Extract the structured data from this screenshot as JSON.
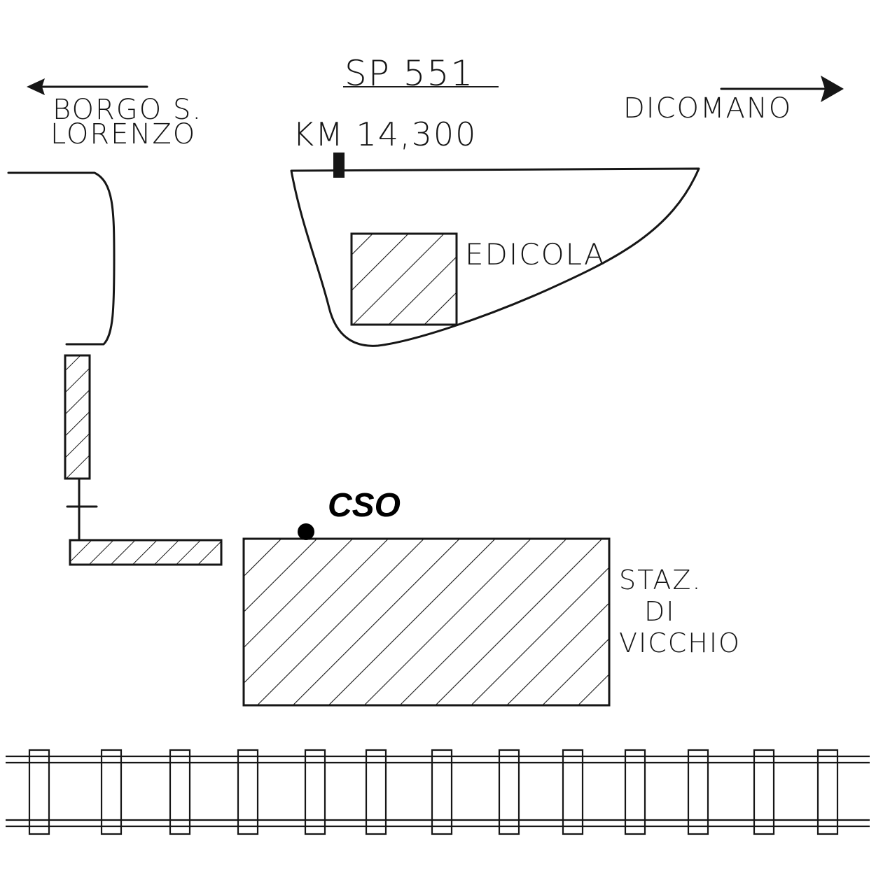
{
  "road": {
    "name": "SP 551",
    "left_direction": [
      "BORGO S.",
      "LORENZO"
    ],
    "right_direction": "DICOMANO",
    "km_marker": "KM 14,300"
  },
  "kiosk_label": "EDICOLA",
  "station_label": [
    "STAZ.",
    "DI",
    "VICCHIO"
  ],
  "point_label": "CSO",
  "icons": {
    "left_arrow": "arrow-left-icon",
    "right_arrow": "arrow-right-icon",
    "point": "filled-circle-icon"
  }
}
